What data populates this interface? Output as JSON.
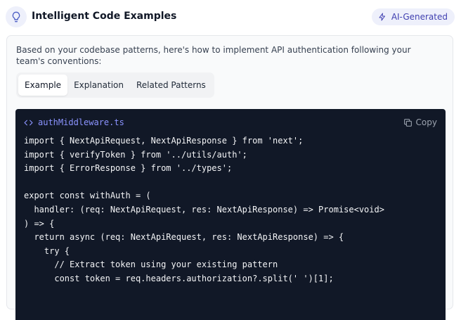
{
  "header": {
    "title": "Intelligent Code Examples",
    "badge_label": "AI-Generated",
    "icon": "lightbulb-icon"
  },
  "card": {
    "description": "Based on your codebase patterns, here's how to implement API authentication following your team's conventions:",
    "tabs": [
      {
        "label": "Example",
        "active": true
      },
      {
        "label": "Explanation",
        "active": false
      },
      {
        "label": "Related Patterns",
        "active": false
      }
    ]
  },
  "code_block": {
    "filename": "authMiddleware.ts",
    "copy_label": "Copy",
    "lines": [
      "import { NextApiRequest, NextApiResponse } from 'next';",
      "import { verifyToken } from '../utils/auth';",
      "import { ErrorResponse } from '../types';",
      "",
      "export const withAuth = (",
      "  handler: (req: NextApiRequest, res: NextApiResponse) => Promise<void>",
      ") => {",
      "  return async (req: NextApiRequest, res: NextApiResponse) => {",
      "    try {",
      "      // Extract token using your existing pattern",
      "      const token = req.headers.authorization?.split(' ')[1];"
    ]
  },
  "colors": {
    "accent": "#3f3fb0",
    "badge_bg": "#eef0fb",
    "code_bg": "#111827",
    "filename": "#8b93ff"
  }
}
